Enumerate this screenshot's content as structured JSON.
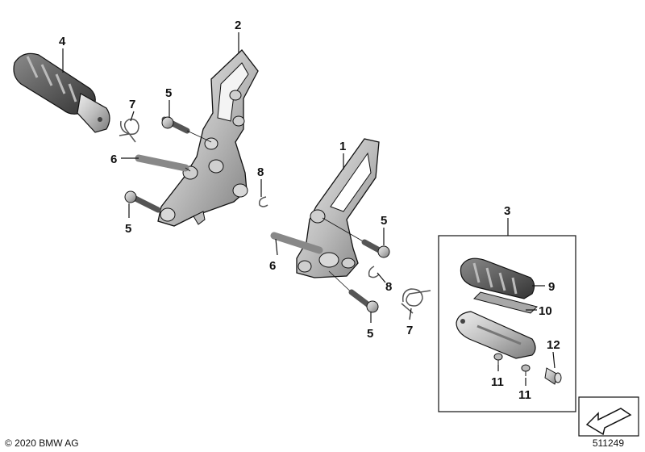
{
  "diagram": {
    "callouts": {
      "c1": "1",
      "c2": "2",
      "c3": "3",
      "c4": "4",
      "c5a": "5",
      "c5b": "5",
      "c5c": "5",
      "c5d": "5",
      "c6a": "6",
      "c6b": "6",
      "c7a": "7",
      "c7b": "7",
      "c8a": "8",
      "c8b": "8",
      "c9": "9",
      "c10": "10",
      "c11a": "11",
      "c11b": "11",
      "c12": "12"
    },
    "copyright": "© 2020 BMW AG",
    "document_number": "511249",
    "colors": {
      "part_light": "#d9d9d9",
      "part_mid": "#a8a8a8",
      "part_dark": "#555555",
      "rubber": "#4a4a4a",
      "line": "#111111"
    }
  }
}
